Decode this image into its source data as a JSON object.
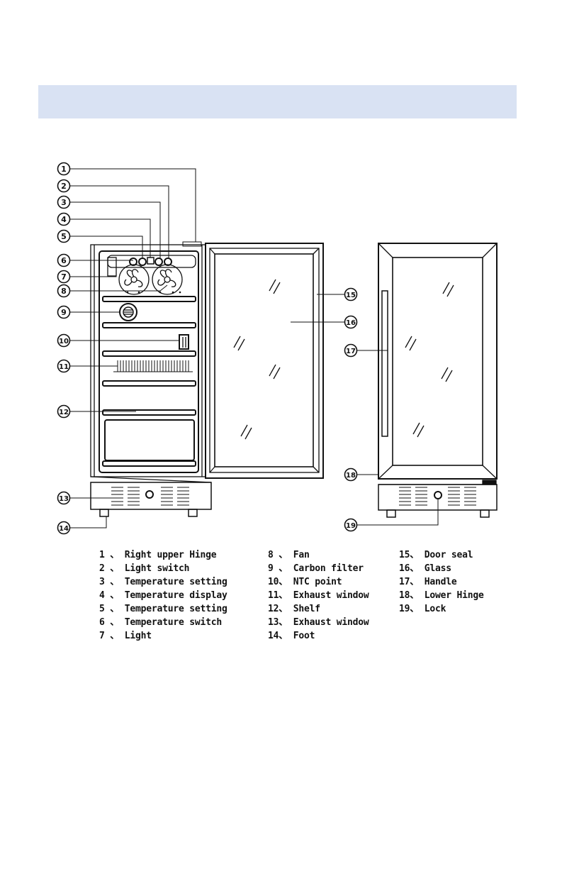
{
  "callouts": [
    "1",
    "2",
    "3",
    "4",
    "5",
    "6",
    "7",
    "8",
    "9",
    "10",
    "11",
    "12",
    "13",
    "14",
    "15",
    "16",
    "17",
    "18",
    "19"
  ],
  "legend": {
    "col1": [
      {
        "num": "1 、",
        "label": "Right upper Hinge"
      },
      {
        "num": "2 、",
        "label": "Light switch"
      },
      {
        "num": "3 、",
        "label": "Temperature setting"
      },
      {
        "num": "4 、",
        "label": "Temperature display"
      },
      {
        "num": "5 、",
        "label": "Temperature setting"
      },
      {
        "num": "6 、",
        "label": "Temperature switch"
      },
      {
        "num": "7 、",
        "label": "Light"
      }
    ],
    "col2": [
      {
        "num": "8 、",
        "label": "Fan"
      },
      {
        "num": "9 、",
        "label": "Carbon filter"
      },
      {
        "num": "10、",
        "label": "NTC point"
      },
      {
        "num": "11、",
        "label": "Exhaust window"
      },
      {
        "num": "12、",
        "label": "Shelf"
      },
      {
        "num": "13、",
        "label": "Exhaust window"
      },
      {
        "num": "14、",
        "label": "Foot"
      }
    ],
    "col3": [
      {
        "num": "15、",
        "label": "Door seal"
      },
      {
        "num": "16、",
        "label": "Glass"
      },
      {
        "num": "17、",
        "label": "Handle"
      },
      {
        "num": "18、",
        "label": "Lower Hinge"
      },
      {
        "num": "19、",
        "label": "Lock"
      }
    ]
  },
  "colors": {
    "header_band": "#d9e2f3",
    "line": "#111111"
  }
}
